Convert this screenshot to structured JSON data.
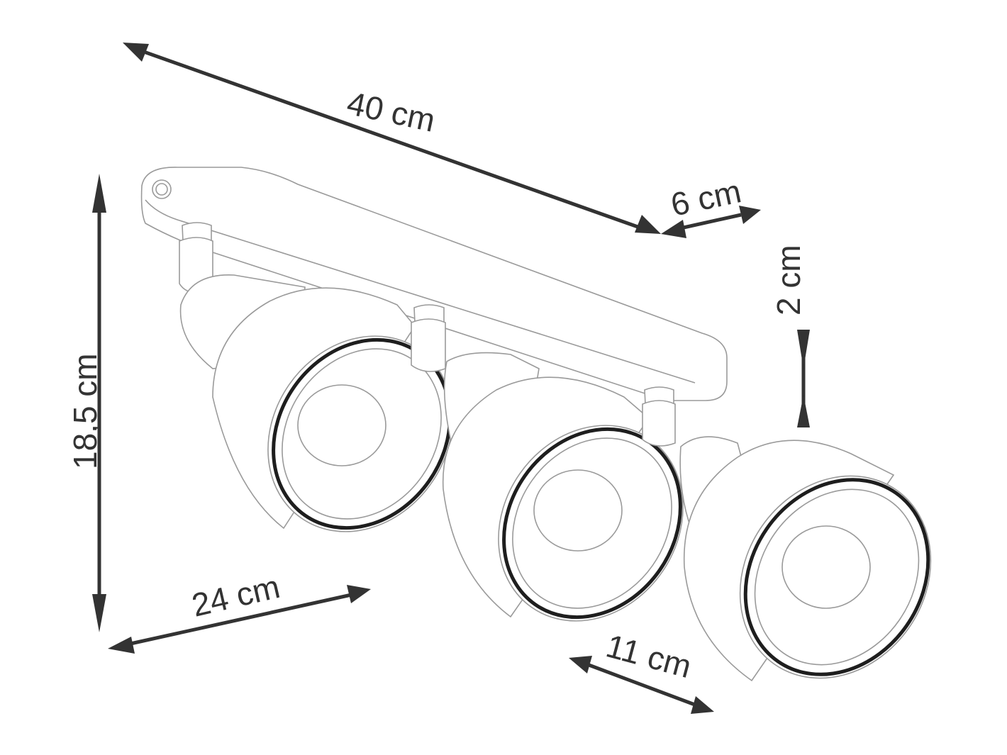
{
  "dimensions": {
    "length": "40 cm",
    "width": "6 cm",
    "plate_thickness": "2 cm",
    "height": "18,5 cm",
    "depth": "24 cm",
    "shade_diameter": "11 cm"
  },
  "product": {
    "spot_count": 3,
    "mount_badge_icon": "ce-mark-icon"
  },
  "colors": {
    "dimension": "#333333",
    "outline": "#9a9a9a",
    "rim": "#1e1e1e"
  }
}
